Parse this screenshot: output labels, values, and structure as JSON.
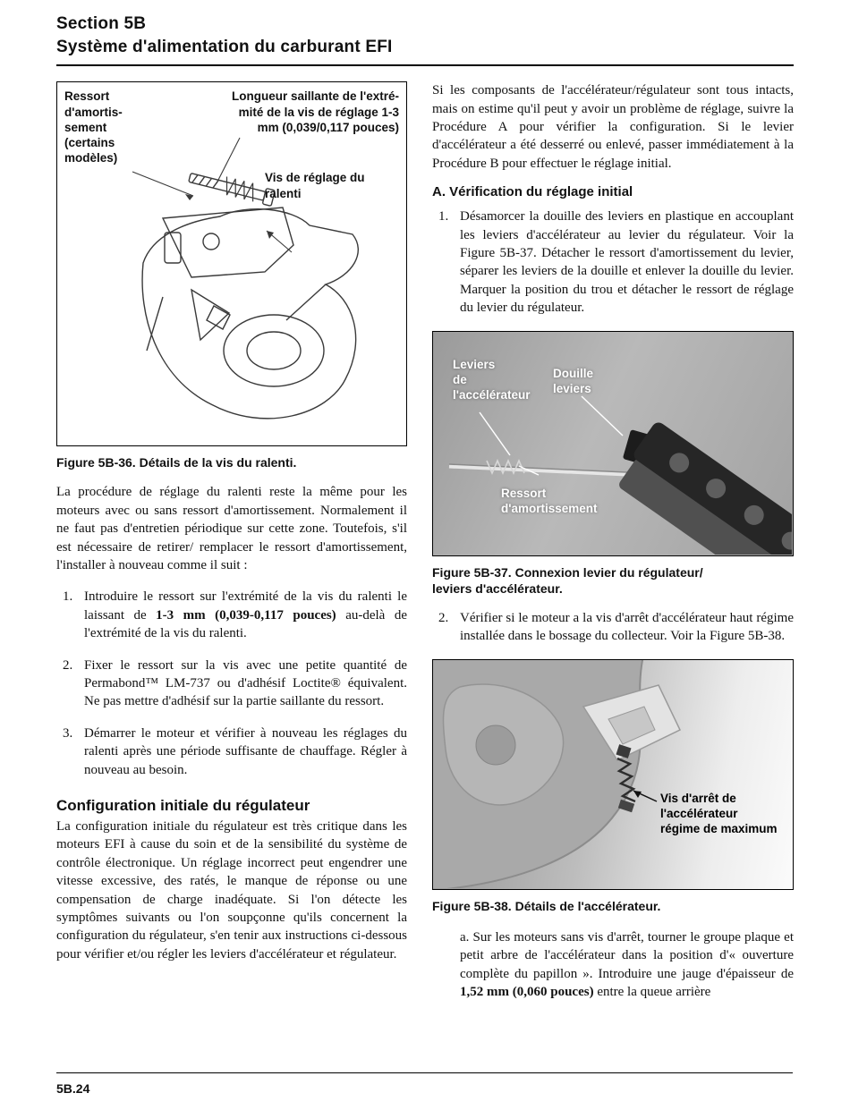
{
  "header": {
    "section": "Section 5B",
    "title": "Système d'alimentation du carburant EFI"
  },
  "footer": {
    "page_number": "5B.24"
  },
  "left_column": {
    "figure36": {
      "labels": {
        "ressort": "Ressort\nd'amortis-\nsement\n(certains\nmodèles)",
        "longueur": "Longueur saillante de l'extré-\nmité de la vis de réglage 1-3\nmm (0,039/0,117 pouces)",
        "vis": "Vis de réglage du\nralenti"
      },
      "caption": "Figure 5B-36. Détails de la vis du ralenti."
    },
    "intro": "La procédure de réglage du ralenti reste la même pour les moteurs avec ou sans ressort d'amortissement. Normalement il ne faut pas d'entretien périodique sur cette zone. Toutefois, s'il est nécessaire de retirer/ remplacer le ressort d'amortissement, l'installer à nouveau comme il suit :",
    "list": [
      {
        "num": "1.",
        "pre": "Introduire le ressort sur l'extrémité de la vis du ralenti le laissant de ",
        "bold": "1-3 mm (0,039-0,117 pouces)",
        "post": " au-delà de l'extrémité de la vis du ralenti."
      },
      {
        "num": "2.",
        "pre": "Fixer le ressort sur la vis avec une petite quantité de Permabond™ LM-737 ou d'adhésif Loctite® équivalent. Ne pas mettre d'adhésif sur la partie saillante du ressort.",
        "bold": "",
        "post": ""
      },
      {
        "num": "3.",
        "pre": "Démarrer le moteur et vérifier à nouveau les réglages du ralenti après une période suffisante de chauffage. Régler à nouveau au besoin.",
        "bold": "",
        "post": ""
      }
    ],
    "config_heading": "Configuration initiale du régulateur",
    "config_body": "La configuration initiale du régulateur est très critique dans les moteurs EFI à cause du soin et de la sensibilité du système de contrôle électronique. Un réglage incorrect peut engendrer une vitesse excessive, des ratés, le manque de réponse ou une compensation de charge inadéquate. Si l'on détecte les symptômes suivants ou l'on soupçonne qu'ils concernent la configuration du régulateur, s'en tenir aux instructions ci-dessous pour vérifier et/ou régler les leviers d'accélérateur et régulateur."
  },
  "right_column": {
    "intro": "Si les composants de l'accélérateur/régulateur sont tous intacts, mais on estime qu'il peut y avoir un problème de réglage, suivre la Procédure A pour vérifier la configuration. Si le levier d'accélérateur a été desserré ou enlevé, passer immédiatement à la Procédure B pour effectuer le réglage initial.",
    "procA_heading": "A. Vérification du réglage initial",
    "item1": {
      "num": "1.",
      "text": "Désamorcer la douille des leviers en plastique en accouplant les leviers d'accélérateur au levier du régulateur. Voir la Figure 5B-37. Détacher le ressort d'amortissement du levier, séparer les leviers de la douille et enlever la douille du levier. Marquer la position du trou et détacher le ressort de réglage du levier du régulateur."
    },
    "figure37": {
      "labels": {
        "leviers": "Leviers\nde\nl'accélérateur",
        "douille": "Douille\nleviers",
        "ressort": "Ressort\nd'amortissement"
      },
      "caption": "Figure 5B-37. Connexion levier du régulateur/\nleviers d'accélérateur."
    },
    "item2": {
      "num": "2.",
      "text": "Vérifier si le moteur a la vis d'arrêt d'accélérateur haut régime installée dans le bossage du collecteur. Voir la Figure 5B-38."
    },
    "figure38": {
      "label_vis": "Vis d'arrêt de\nl'accélérateur\nrégime de maximum",
      "caption": "Figure 5B-38. Détails de l'accélérateur."
    },
    "item_a": {
      "num": "a.",
      "pre": "  Sur les moteurs sans vis d'arrêt, tourner le groupe plaque et petit arbre de l'accélérateur dans la position d'« ouverture complète du papillon ». Introduire une jauge d'épaisseur de ",
      "bold": "1,52 mm (0,060 pouces)",
      "post": " entre la queue arrière"
    }
  }
}
